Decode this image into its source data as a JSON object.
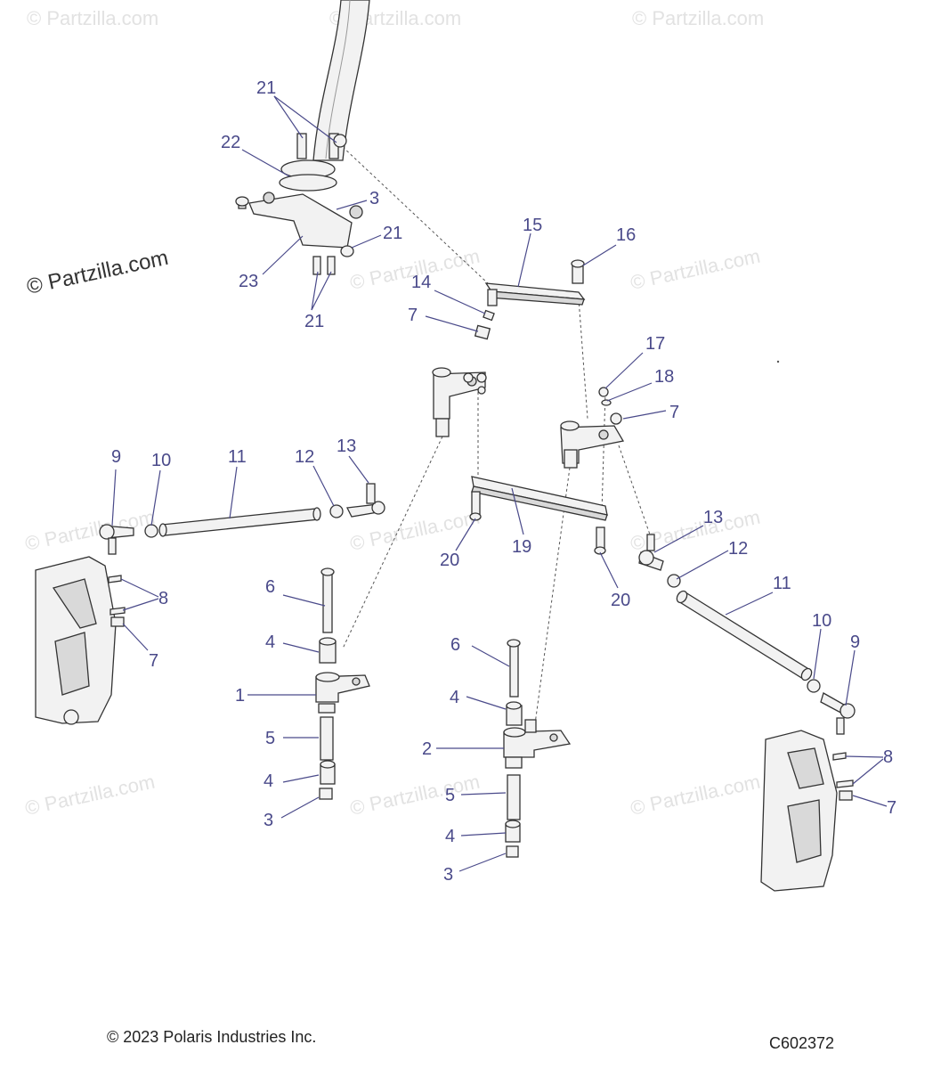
{
  "watermark": {
    "text": "© Partzilla.com"
  },
  "copyright": "© 2023 Polaris Industries Inc.",
  "diagram_code": "C602372",
  "callouts": {
    "c21a": "21",
    "c22": "22",
    "c3a": "3",
    "c21b": "21",
    "c23": "23",
    "c21c": "21",
    "c15": "15",
    "c16": "16",
    "c14": "14",
    "c7a": "7",
    "c17": "17",
    "c18": "18",
    "c7b": "7",
    "c9a": "9",
    "c10a": "10",
    "c11a": "11",
    "c12a": "12",
    "c13a": "13",
    "c8a": "8",
    "c7c": "7",
    "c19": "19",
    "c20a": "20",
    "c20b": "20",
    "c13b": "13",
    "c12b": "12",
    "c11b": "11",
    "c10b": "10",
    "c9b": "9",
    "c6a": "6",
    "c4a": "4",
    "c1": "1",
    "c5a": "5",
    "c4b": "4",
    "c3b": "3",
    "c6b": "6",
    "c4c": "4",
    "c2": "2",
    "c5b": "5",
    "c4d": "4",
    "c3c": "3",
    "c8b": "8",
    "c7d": "7"
  }
}
